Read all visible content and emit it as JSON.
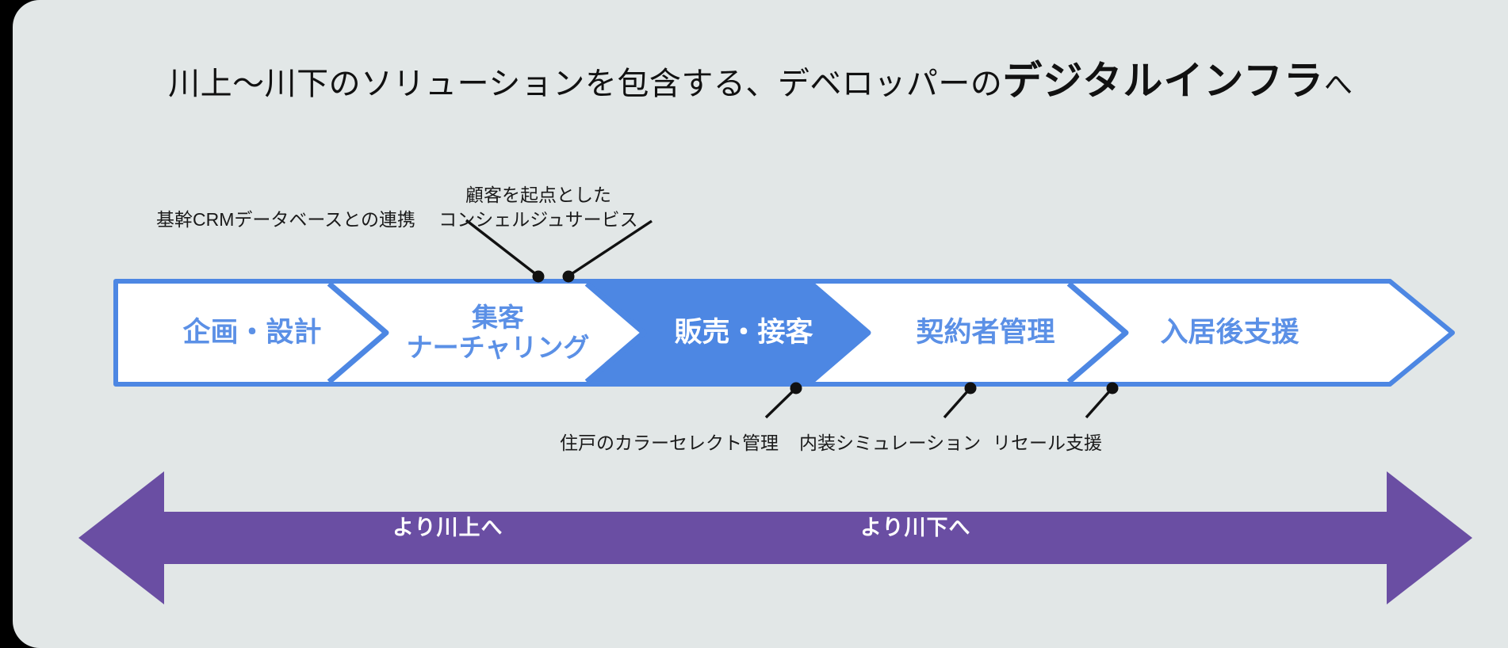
{
  "theme": {
    "page_bg": "#000000",
    "card_bg": "#e2e7e7",
    "accent_blue": "#4d87e3",
    "accent_blue_light": "#5b90e6",
    "purple": "#6a4ea3",
    "text_dark": "#1a1a1a",
    "white": "#ffffff"
  },
  "title": {
    "lead": "川上〜川下のソリューションを包含する、デベロッパーの",
    "emphasis": "デジタルインフラ",
    "tail": "へ"
  },
  "pipeline": {
    "steps": [
      {
        "id": "planning",
        "lines": [
          "企画・設計"
        ],
        "active": false
      },
      {
        "id": "nurturing",
        "lines": [
          "集客",
          "ナーチャリング"
        ],
        "active": false
      },
      {
        "id": "sales",
        "lines": [
          "販売・接客"
        ],
        "active": true
      },
      {
        "id": "contract",
        "lines": [
          "契約者管理"
        ],
        "active": false
      },
      {
        "id": "aftercare",
        "lines": [
          "入居後支援"
        ],
        "active": false
      }
    ]
  },
  "callouts": {
    "top": [
      {
        "id": "crm",
        "lines": [
          "基幹CRMデータベースとの連携"
        ]
      },
      {
        "id": "concierge",
        "lines": [
          "顧客を起点とした",
          "コンシェルジュサービス"
        ]
      }
    ],
    "bottom": [
      {
        "id": "color-select",
        "lines": [
          "住戸のカラーセレクト管理"
        ]
      },
      {
        "id": "interior-sim",
        "lines": [
          "内装シミュレーション"
        ]
      },
      {
        "id": "resale-support",
        "lines": [
          "リセール支援"
        ]
      }
    ]
  },
  "bidirectional_arrow": {
    "left_label": "より川上へ",
    "right_label": "より川下へ"
  }
}
